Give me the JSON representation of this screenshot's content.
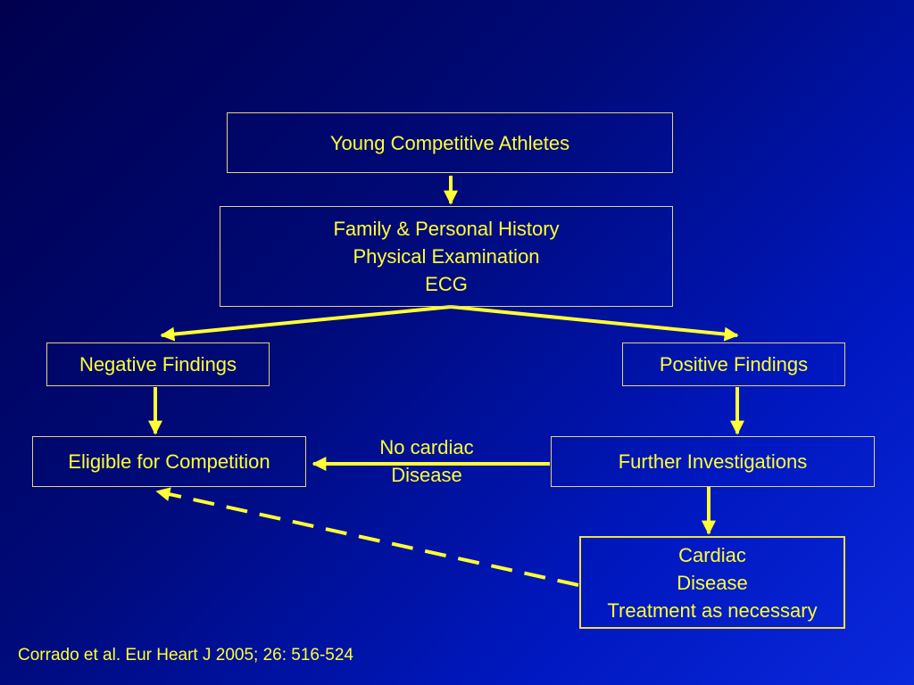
{
  "diagram": {
    "nodes": {
      "athletes": {
        "label": "Young Competitive Athletes"
      },
      "screening": {
        "lines": [
          "Family & Personal History",
          "Physical Examination",
          "ECG"
        ]
      },
      "negative": {
        "label": "Negative Findings"
      },
      "positive": {
        "label": "Positive Findings"
      },
      "eligible": {
        "label": "Eligible for Competition"
      },
      "further": {
        "label": "Further Investigations"
      },
      "cardiac": {
        "lines": [
          "Cardiac",
          "Disease",
          "Treatment as necessary"
        ]
      }
    },
    "edge_labels": {
      "no_cardiac": {
        "lines": [
          "No cardiac",
          "Disease"
        ]
      }
    },
    "edges": [
      {
        "from": "athletes",
        "to": "screening",
        "style": "solid"
      },
      {
        "from": "screening",
        "to": "negative",
        "style": "solid"
      },
      {
        "from": "screening",
        "to": "positive",
        "style": "solid"
      },
      {
        "from": "negative",
        "to": "eligible",
        "style": "solid"
      },
      {
        "from": "positive",
        "to": "further",
        "style": "solid"
      },
      {
        "from": "further",
        "to": "eligible",
        "style": "solid",
        "label": "no_cardiac"
      },
      {
        "from": "further",
        "to": "cardiac",
        "style": "solid"
      },
      {
        "from": "cardiac",
        "to": "eligible",
        "style": "dashed"
      }
    ],
    "colors": {
      "text": "#ffff33",
      "arrow": "#ffff33",
      "box_border": "#e3d47a",
      "background_dark": "#00004e",
      "background_light": "#0a28dc"
    }
  },
  "citation": "Corrado et al. Eur Heart J 2005; 26: 516-524"
}
